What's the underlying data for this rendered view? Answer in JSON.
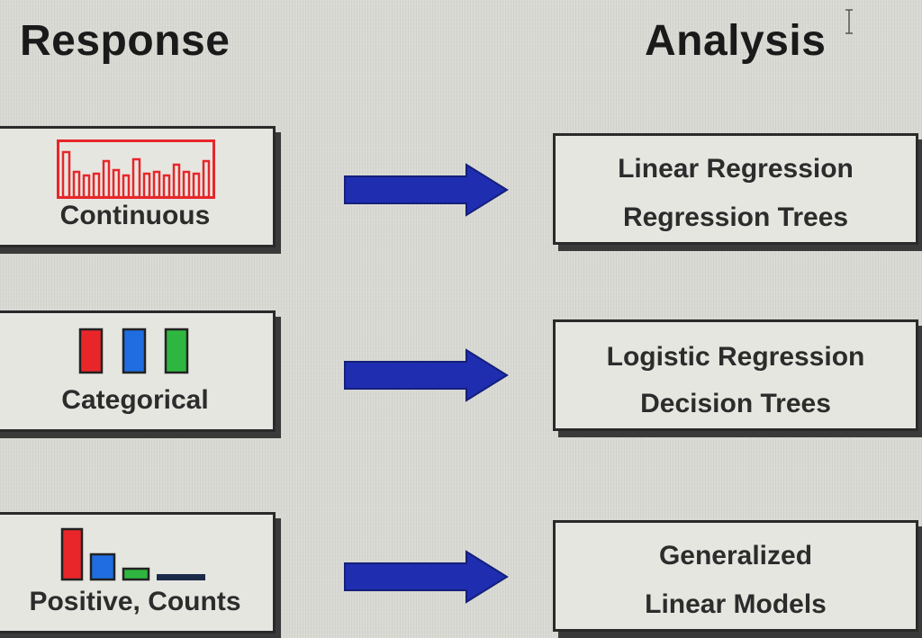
{
  "headings": {
    "left": "Response",
    "right": "Analysis"
  },
  "rows": [
    {
      "response": "Continuous",
      "icon": "histogram-bars-icon",
      "analysis": [
        "Linear Regression",
        "Regression Trees"
      ]
    },
    {
      "response": "Categorical",
      "icon": "colored-bars-icon",
      "analysis": [
        "Logistic Regression",
        "Decision Trees"
      ]
    },
    {
      "response": "Positive, Counts",
      "icon": "decreasing-bars-icon",
      "analysis": [
        "Generalized",
        "Linear Models"
      ]
    }
  ],
  "colors": {
    "arrow": "#1f2db0",
    "histogram": "#e8262a",
    "red": "#e8262a",
    "blue": "#1f6de0",
    "green": "#2fb640",
    "navy": "#1c2a4a"
  }
}
